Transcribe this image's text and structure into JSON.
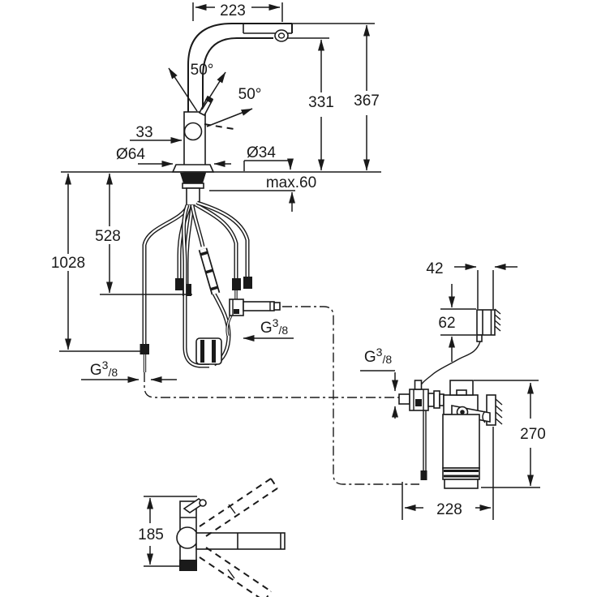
{
  "drawing": {
    "type": "technical-installation-drawing",
    "subject": "pull-out kitchen faucet with under-sink filter unit",
    "units": "mm"
  },
  "dimensions": {
    "spout_reach": "223",
    "height_total": "367",
    "height_outlet": "331",
    "lever_angle": "50°",
    "swivel_angle": "50°",
    "body_width": "33",
    "base_diameter": "Ø64",
    "hole_diameter": "Ø34",
    "counter_thickness": "max.60",
    "hose_short": "528",
    "hose_long": "1028",
    "box_width": "42",
    "box_height": "62",
    "filter_height": "270",
    "filter_clearance": "228",
    "side_height": "185"
  },
  "thread_label": {
    "g": "G",
    "numerator": "3",
    "denominator": "/8"
  },
  "colors": {
    "line": "#1a1a1a",
    "background": "#ffffff"
  }
}
